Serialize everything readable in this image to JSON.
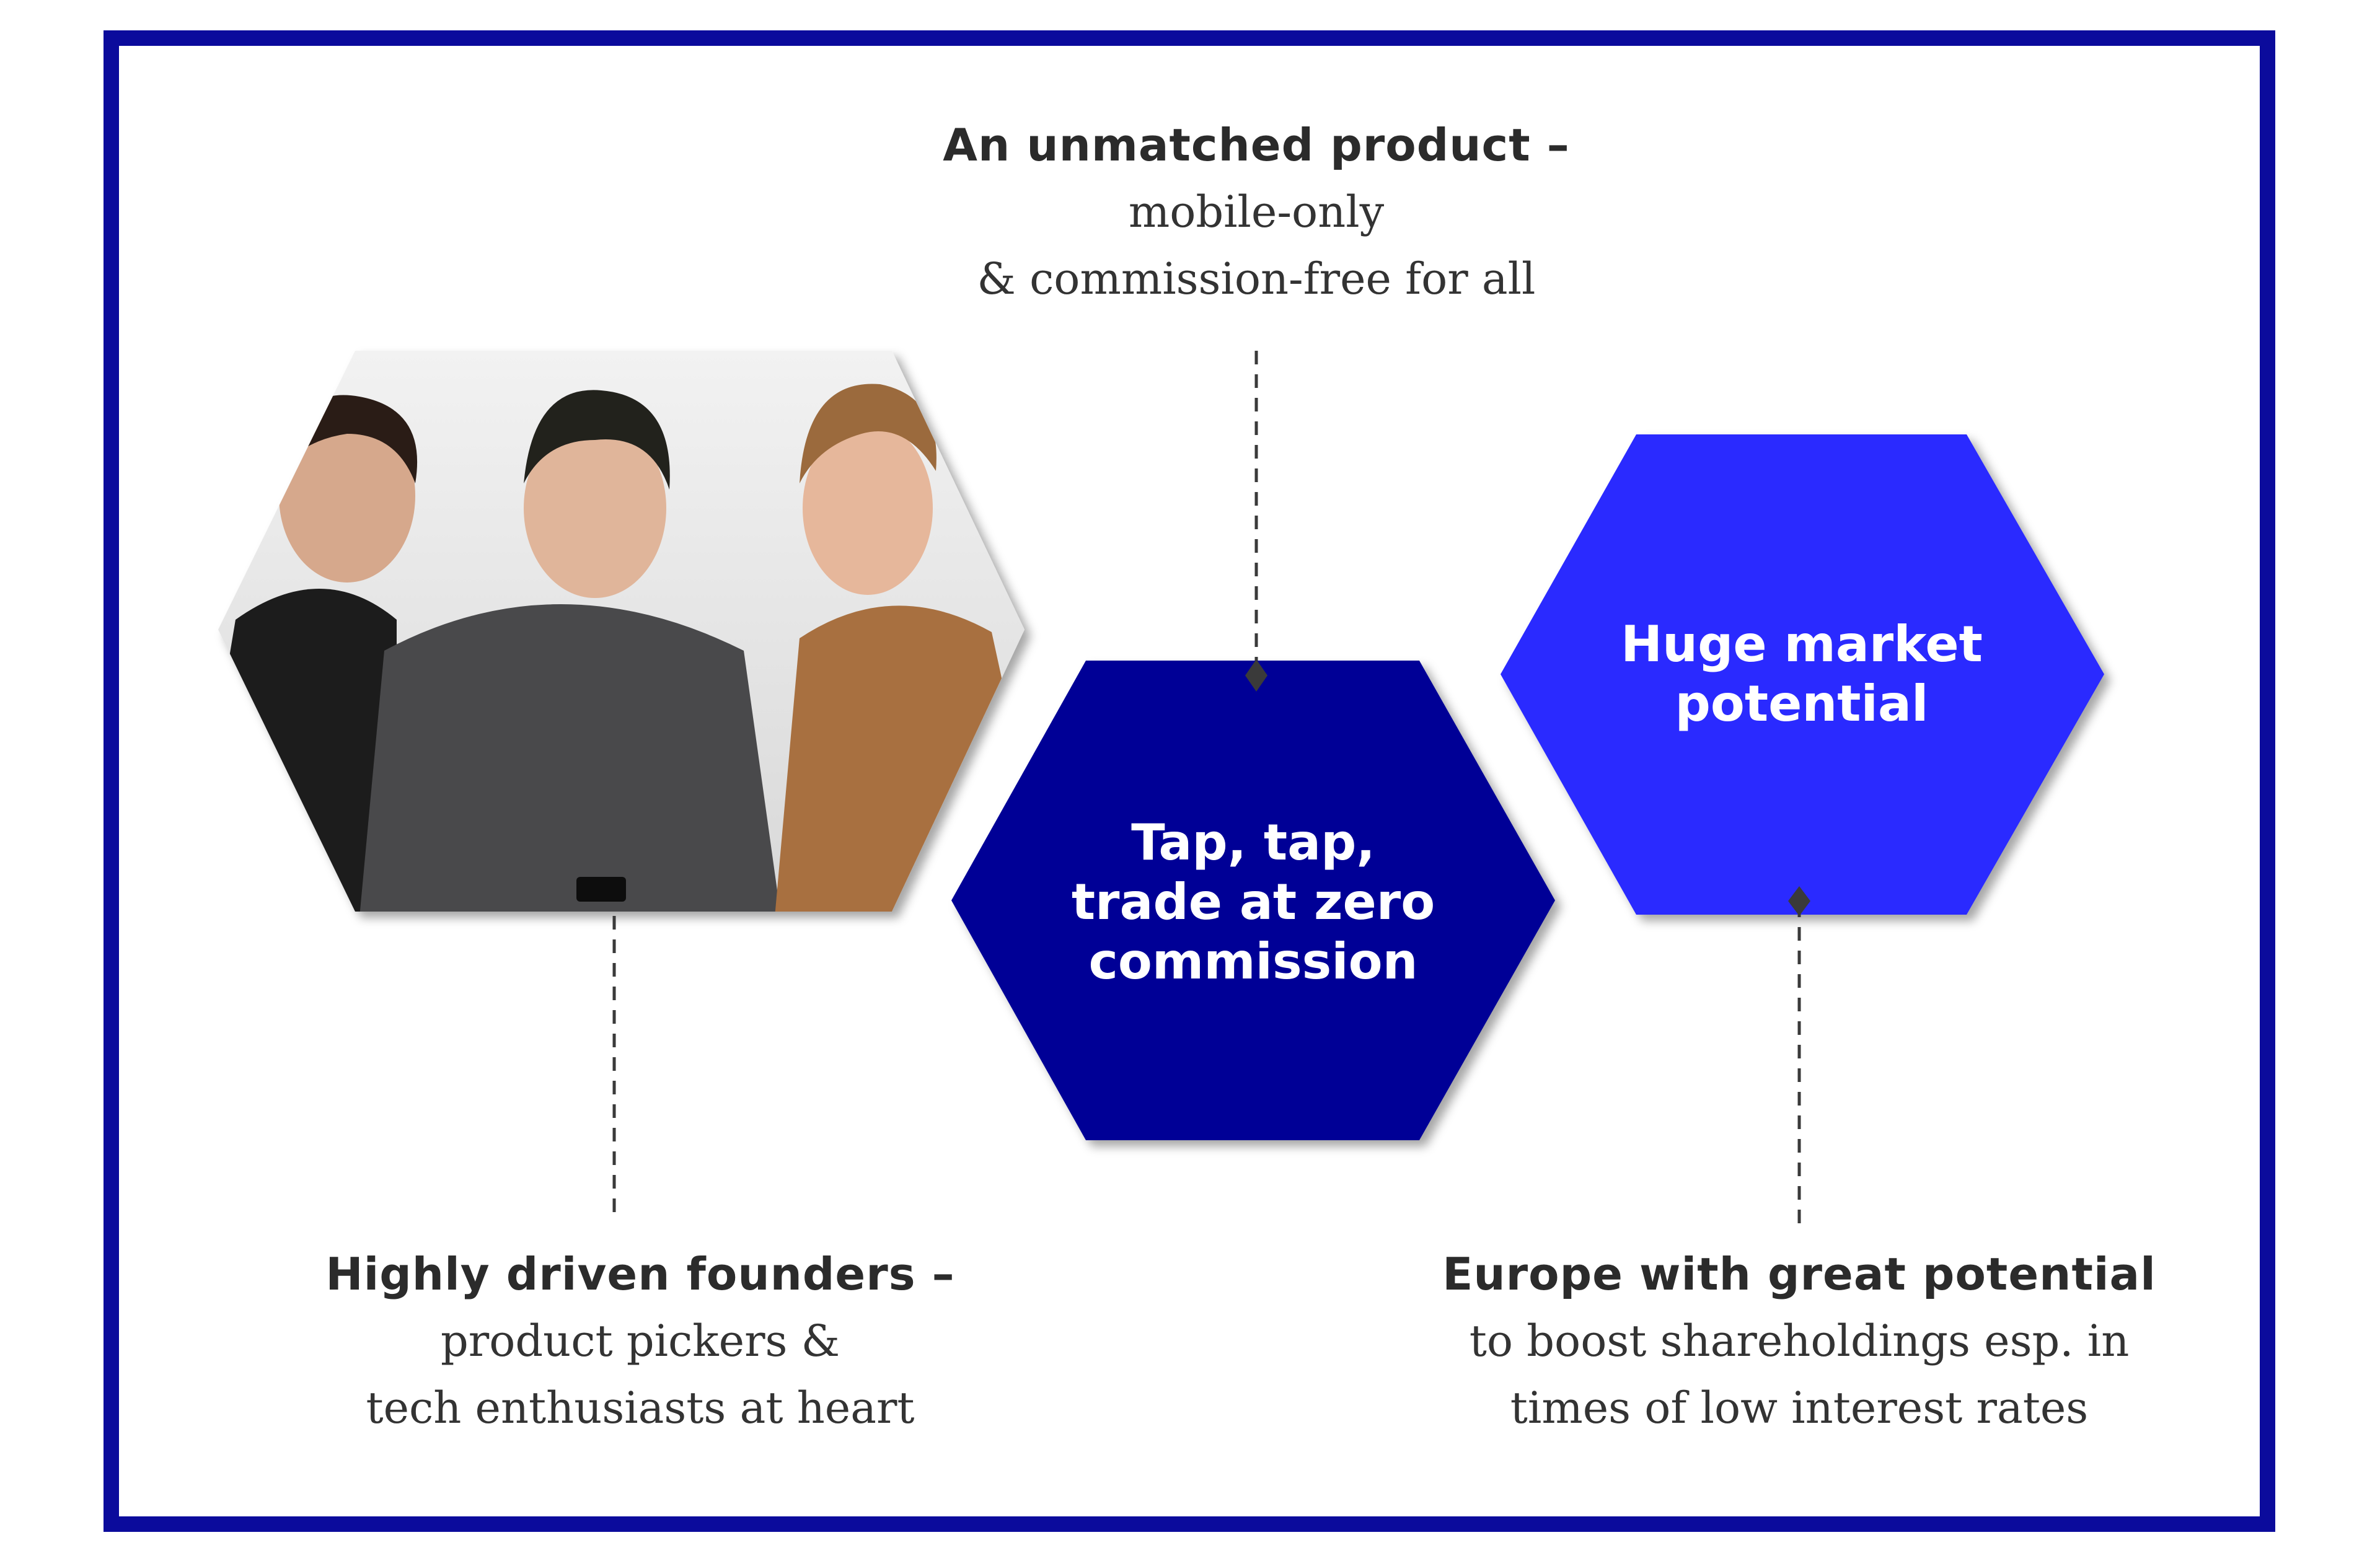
{
  "colors": {
    "frame": "#0b0b9c",
    "dark_hex": "#000096",
    "bright_hex": "#2a2aff",
    "connector": "#3a3a3a"
  },
  "top_block": {
    "heading": "An unmatched product –",
    "lines": [
      "mobile-only",
      "& commission-free for all"
    ]
  },
  "bottom_left_block": {
    "heading": "Highly driven founders –",
    "lines": [
      "product pickers &",
      "tech enthusiasts at heart"
    ]
  },
  "bottom_right_block": {
    "heading": "Europe with great potential",
    "lines": [
      "to boost shareholdings esp. in",
      "times of low interest rates"
    ]
  },
  "hexagons": {
    "center": {
      "lines": [
        "Tap, tap,",
        "trade at zero",
        "commission"
      ]
    },
    "right": {
      "lines": [
        "Huge market",
        "potential"
      ]
    },
    "photo": {
      "icon": "founders-photo"
    }
  }
}
